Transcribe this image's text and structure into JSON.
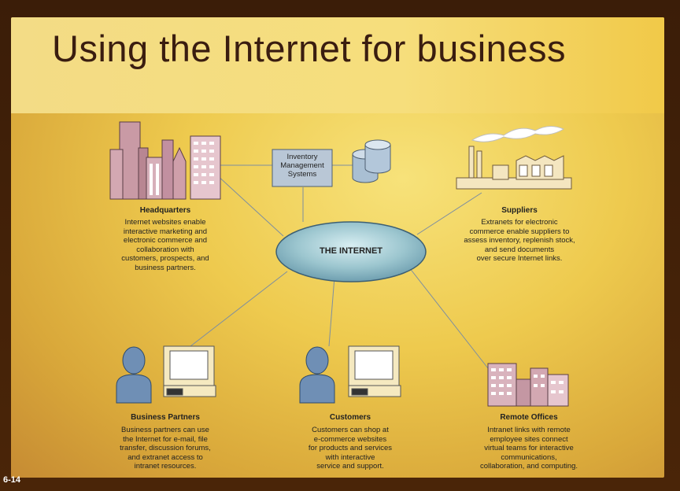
{
  "slide": {
    "title": "Using the Internet for business",
    "number": "6-14"
  },
  "diagram": {
    "center": {
      "label": "THE INTERNET"
    },
    "inventory": {
      "lines": [
        "Inventory",
        "Management",
        "Systems"
      ]
    },
    "nodes": {
      "headquarters": {
        "title": "Headquarters",
        "lines": [
          "Internet websites enable",
          "interactive marketing and",
          "electronic commerce and",
          "collaboration with",
          "customers, prospects, and",
          "business partners."
        ]
      },
      "suppliers": {
        "title": "Suppliers",
        "lines": [
          "Extranets for electronic",
          "commerce enable suppliers to",
          "assess inventory, replenish stock,",
          "and send documents",
          "over secure Internet links."
        ]
      },
      "business_partners": {
        "title": "Business Partners",
        "lines": [
          "Business partners can use",
          "the Internet for e-mail, file",
          "transfer, discussion forums,",
          "and extranet access to",
          "intranet resources."
        ]
      },
      "customers": {
        "title": "Customers",
        "lines": [
          "Customers can shop at",
          "e-commerce websites",
          "for products and services",
          "with interactive",
          "service and support."
        ]
      },
      "remote_offices": {
        "title": "Remote Offices",
        "lines": [
          "Intranet links with remote",
          "employee sites connect",
          "virtual teams for interactive",
          "communications,",
          "collaboration, and computing."
        ]
      }
    }
  }
}
